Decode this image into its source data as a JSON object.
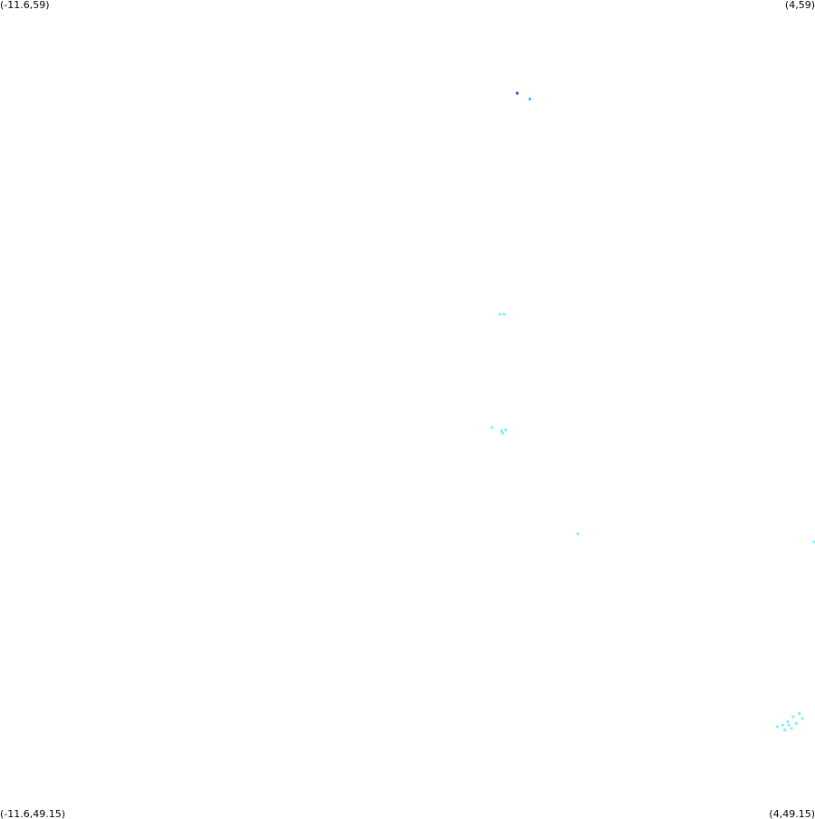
{
  "corners": {
    "top_left": "(-11.6,59)",
    "top_right": "(4,59)",
    "bottom_left": "(-11.6,49.15)",
    "bottom_right": "(4,49.15)"
  },
  "bounds": {
    "lon_min": -11.6,
    "lon_max": 4,
    "lat_min": 49.15,
    "lat_max": 59
  },
  "colors": {
    "background": "#ffffff",
    "points_light": "#7fefff",
    "points_mid": "#3fbfff",
    "points_dark": "#3f3fbf"
  },
  "points": [
    {
      "lon": -1.7,
      "lat": 57.88,
      "color": "#3f3fbf"
    },
    {
      "lon": -1.46,
      "lat": 57.81,
      "color": "#3fbfff"
    },
    {
      "lon": -2.03,
      "lat": 55.22,
      "color": "#7fefff"
    },
    {
      "lon": -1.95,
      "lat": 55.22,
      "color": "#7fefff"
    },
    {
      "lon": -2.18,
      "lat": 53.86,
      "color": "#7fefff"
    },
    {
      "lon": -2.0,
      "lat": 53.82,
      "color": "#7fefff"
    },
    {
      "lon": -1.92,
      "lat": 53.83,
      "color": "#7fefff"
    },
    {
      "lon": -1.98,
      "lat": 53.79,
      "color": "#7fefff"
    },
    {
      "lon": -0.54,
      "lat": 52.58,
      "color": "#7fefff"
    },
    {
      "lon": 3.98,
      "lat": 52.48,
      "color": "#7fefff"
    },
    {
      "lon": 3.38,
      "lat": 50.28,
      "color": "#7fefff"
    },
    {
      "lon": 3.48,
      "lat": 50.32,
      "color": "#7fefff"
    },
    {
      "lon": 3.58,
      "lat": 50.38,
      "color": "#7fefff"
    },
    {
      "lon": 3.7,
      "lat": 50.42,
      "color": "#7fefff"
    },
    {
      "lon": 3.55,
      "lat": 50.24,
      "color": "#7fefff"
    },
    {
      "lon": 3.42,
      "lat": 50.22,
      "color": "#7fefff"
    },
    {
      "lon": 3.28,
      "lat": 50.26,
      "color": "#7fefff"
    },
    {
      "lon": 3.64,
      "lat": 50.3,
      "color": "#7fefff"
    },
    {
      "lon": 3.76,
      "lat": 50.36,
      "color": "#7fefff"
    },
    {
      "lon": 3.5,
      "lat": 50.28,
      "color": "#7fefff"
    }
  ]
}
